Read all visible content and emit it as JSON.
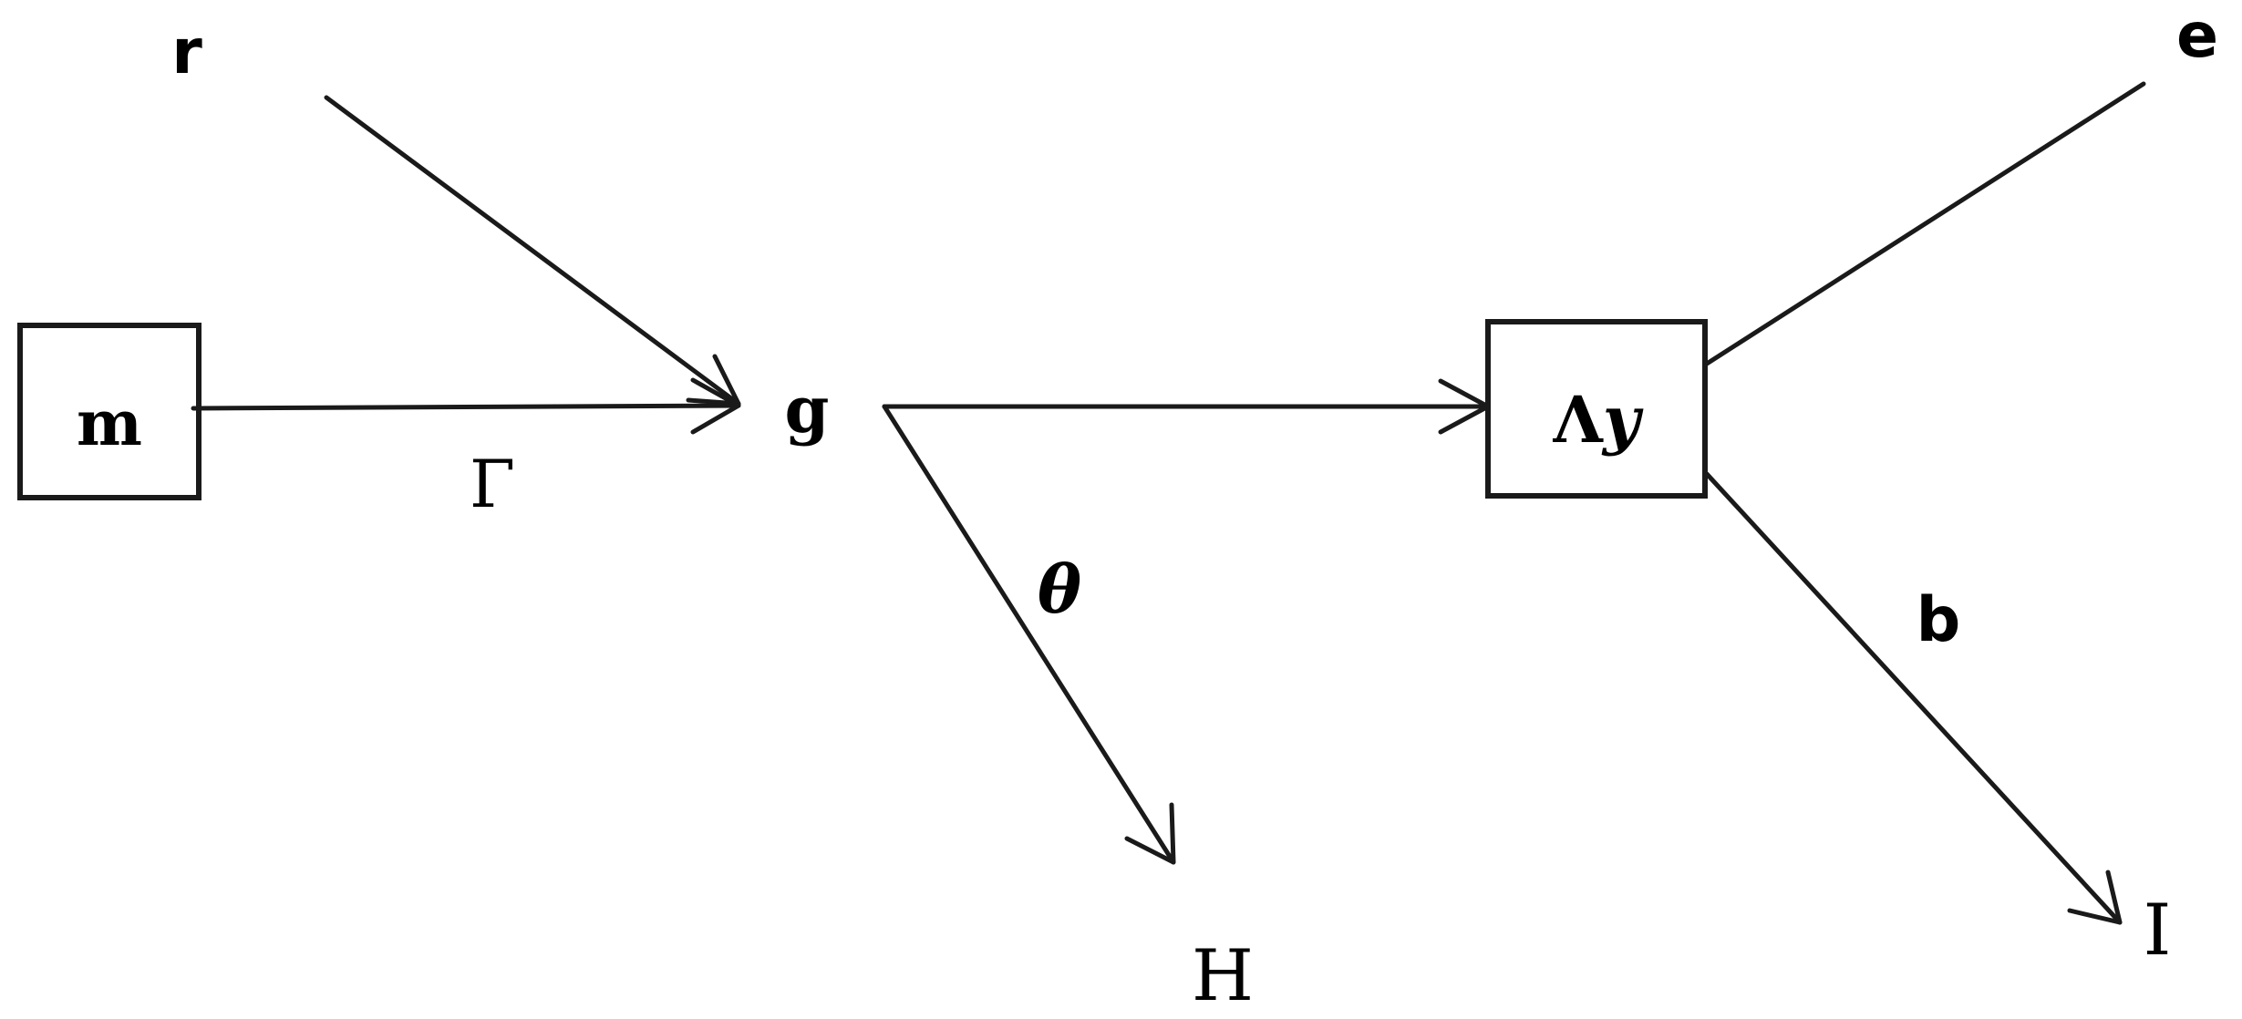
{
  "nodes": {
    "r": "r",
    "m": "m",
    "g": "g",
    "lambda_y": "Λ",
    "lambda_y_sub": "y",
    "e": "e",
    "H": "H",
    "I": "Ι"
  },
  "edge_labels": {
    "m_to_g": "Γ",
    "g_to_H": "θ",
    "box_to_I": "b"
  }
}
